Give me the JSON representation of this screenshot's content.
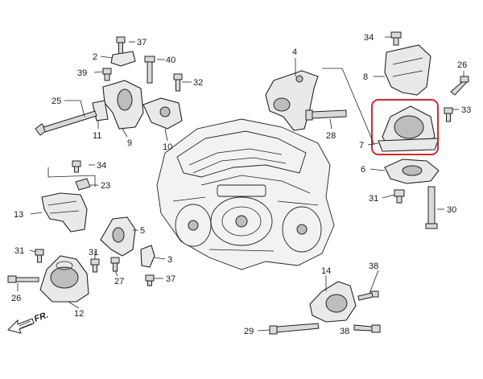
{
  "callouts": [
    {
      "id": "37a",
      "text": "37"
    },
    {
      "id": "2",
      "text": "2"
    },
    {
      "id": "40",
      "text": "40"
    },
    {
      "id": "39",
      "text": "39"
    },
    {
      "id": "32",
      "text": "32"
    },
    {
      "id": "25",
      "text": "25"
    },
    {
      "id": "11",
      "text": "11"
    },
    {
      "id": "9",
      "text": "9"
    },
    {
      "id": "10",
      "text": "10"
    },
    {
      "id": "4",
      "text": "4"
    },
    {
      "id": "28",
      "text": "28"
    },
    {
      "id": "34a",
      "text": "34"
    },
    {
      "id": "8",
      "text": "8"
    },
    {
      "id": "26a",
      "text": "26"
    },
    {
      "id": "33",
      "text": "33"
    },
    {
      "id": "7",
      "text": "7"
    },
    {
      "id": "6",
      "text": "6"
    },
    {
      "id": "31a",
      "text": "31"
    },
    {
      "id": "30",
      "text": "30"
    },
    {
      "id": "34b",
      "text": "34"
    },
    {
      "id": "23",
      "text": "23"
    },
    {
      "id": "13",
      "text": "13"
    },
    {
      "id": "5",
      "text": "5"
    },
    {
      "id": "31b",
      "text": "31"
    },
    {
      "id": "31c",
      "text": "31"
    },
    {
      "id": "3",
      "text": "3"
    },
    {
      "id": "27",
      "text": "27"
    },
    {
      "id": "37b",
      "text": "37"
    },
    {
      "id": "26b",
      "text": "26"
    },
    {
      "id": "12",
      "text": "12"
    },
    {
      "id": "14",
      "text": "14"
    },
    {
      "id": "38a",
      "text": "38"
    },
    {
      "id": "29",
      "text": "29"
    },
    {
      "id": "38b",
      "text": "38"
    }
  ],
  "front_indicator": "FR.",
  "highlight_color": "#d9262c",
  "line_color": "#222222"
}
